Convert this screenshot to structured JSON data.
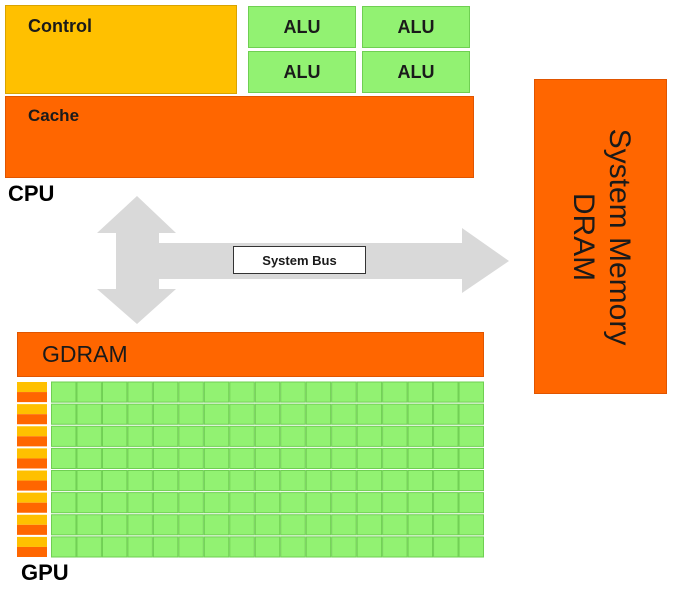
{
  "cpu": {
    "control_label": "Control",
    "alu_labels": [
      "ALU",
      "ALU",
      "ALU",
      "ALU"
    ],
    "cache_label": "Cache",
    "cpu_label": "CPU"
  },
  "bus": {
    "label": "System Bus"
  },
  "system_memory": {
    "line1": "System Memory",
    "line2": "DRAM"
  },
  "gpu": {
    "gdram_label": "GDRAM",
    "gpu_label": "GPU",
    "rows": 8,
    "core_columns": 17
  },
  "colors": {
    "control": "#ffc000",
    "alu": "#92f272",
    "cache": "#ff6600",
    "bus_arrow": "#d9d9d9",
    "core_border": "#6fcf52"
  }
}
